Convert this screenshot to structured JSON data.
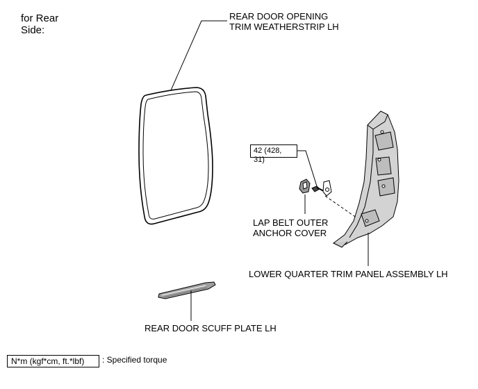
{
  "context_label": "for Rear\nSide:",
  "parts": {
    "weatherstrip": "REAR DOOR OPENING\nTRIM WEATHERSTRIP LH",
    "anchor_cover": "LAP BELT OUTER\nANCHOR COVER",
    "trim_panel": "LOWER QUARTER TRIM  PANEL ASSEMBLY LH",
    "scuff_plate": "REAR DOOR SCUFF PLATE LH"
  },
  "torque": {
    "value": "42 (428,\n31)"
  },
  "legend": {
    "unit_label": "N*m (kgf*cm, ft.*lbf)",
    "description": ": Specified torque"
  }
}
